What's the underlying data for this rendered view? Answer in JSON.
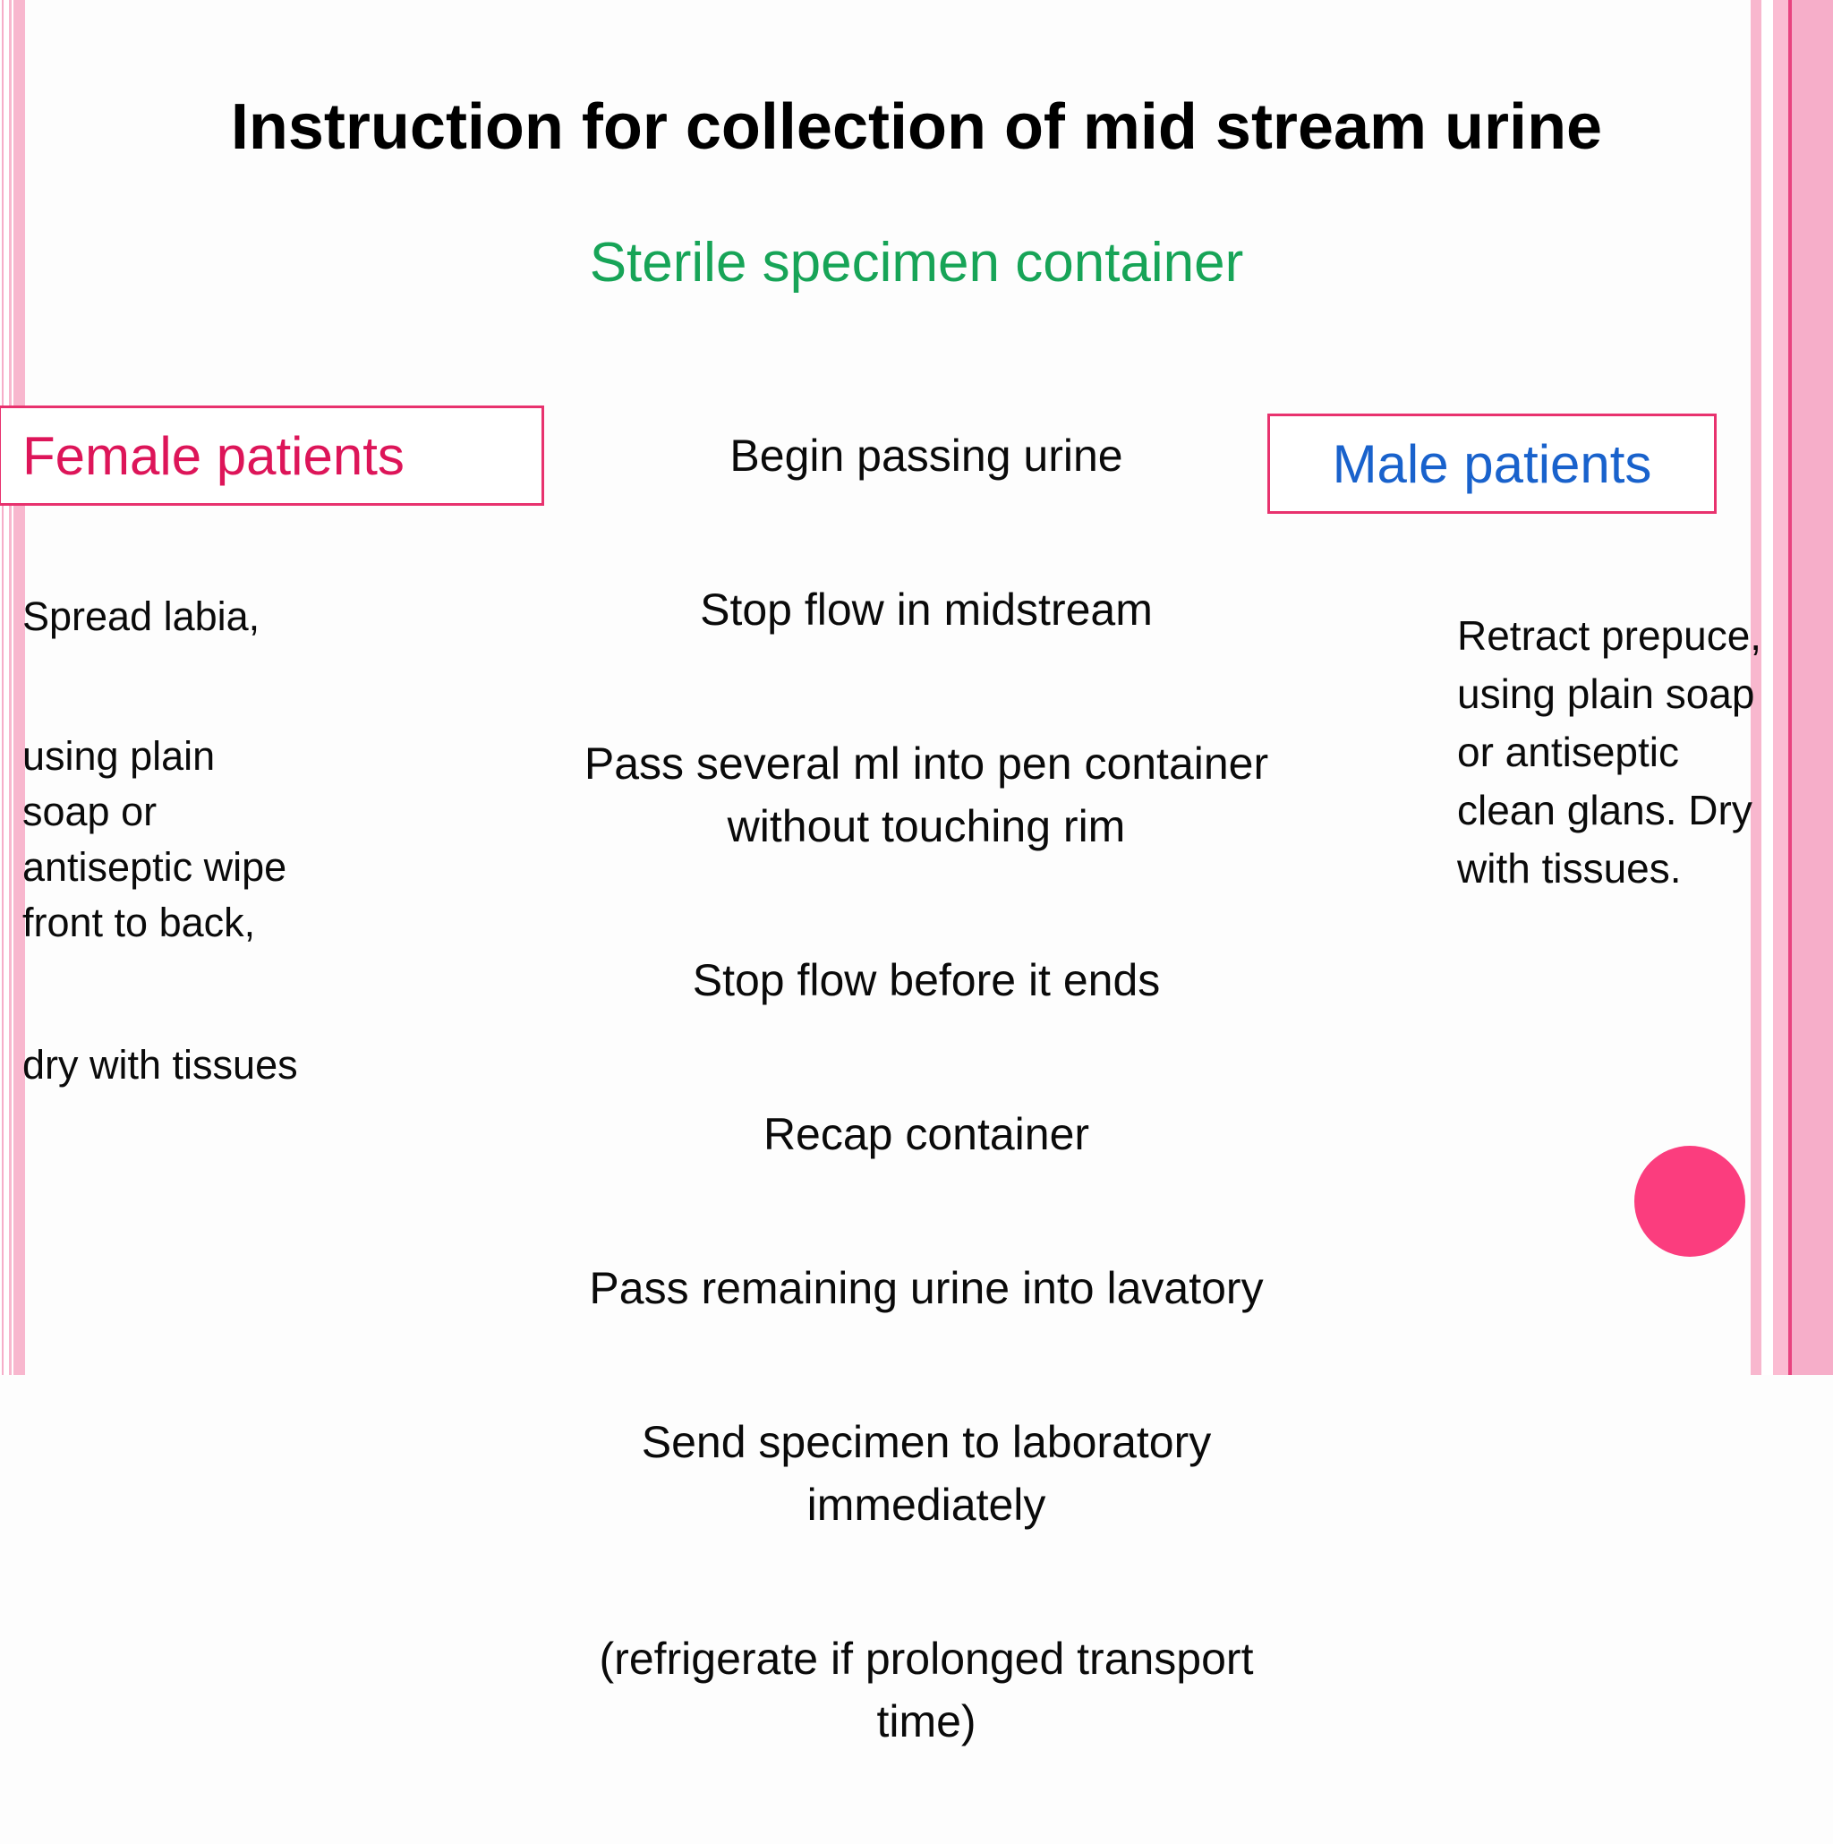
{
  "slide": {
    "title": "Instruction for collection of mid stream urine",
    "subtitle": "Sterile specimen container",
    "female_box_label": "Female patients",
    "male_box_label": "Male patients",
    "left_column": {
      "p1": "Spread labia,",
      "p2": "using plain\nsoap or\nantiseptic wipe\nfront to back,",
      "p3": "dry with tissues"
    },
    "center_steps": [
      "Begin passing urine",
      "Stop flow in midstream",
      "Pass several ml into pen container\nwithout touching rim",
      "Stop flow before it ends",
      "Recap container",
      "Pass remaining urine into lavatory",
      "Send specimen to laboratory\nimmediately",
      "(refrigerate if prolonged transport\ntime)"
    ],
    "right_column": {
      "text": "Retract prepuce,\nusing plain soap\nor antiseptic\nclean glans. Dry\nwith tissues."
    },
    "colors": {
      "title_text": "#000000",
      "subtitle_green": "#17a457",
      "female_text": "#dd1559",
      "male_text": "#1962cc",
      "box_border": "#e8326e",
      "stripe_pink": "#f8b7ce",
      "stripe_accent_line": "#e8437f",
      "circle_pink": "#fb3d7e",
      "background": "#fdfdfd"
    }
  }
}
